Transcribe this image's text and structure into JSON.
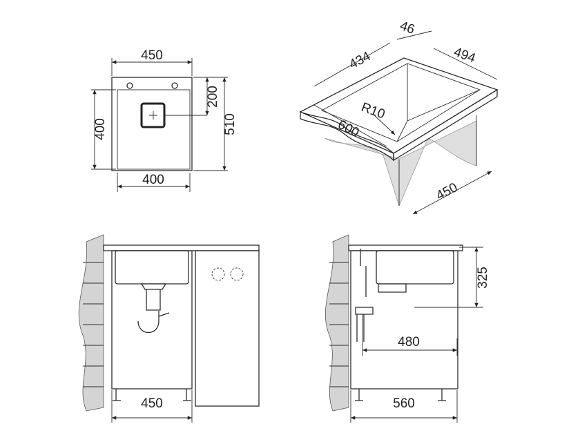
{
  "top_view": {
    "width_label": "450",
    "inner_width_label": "400",
    "inner_depth_label": "400",
    "drain_offset_label": "200",
    "depth_label": "510"
  },
  "iso_view": {
    "rim_label": "46",
    "bowl_width_label": "434",
    "overall_width_label": "494",
    "radius_label": "R10",
    "length_label": "600",
    "cabinet_label": "450"
  },
  "front_view": {
    "cabinet_width_label": "450"
  },
  "side_view": {
    "bowl_depth_label": "325",
    "drain_distance_label": "480",
    "cabinet_depth_label": "560"
  }
}
